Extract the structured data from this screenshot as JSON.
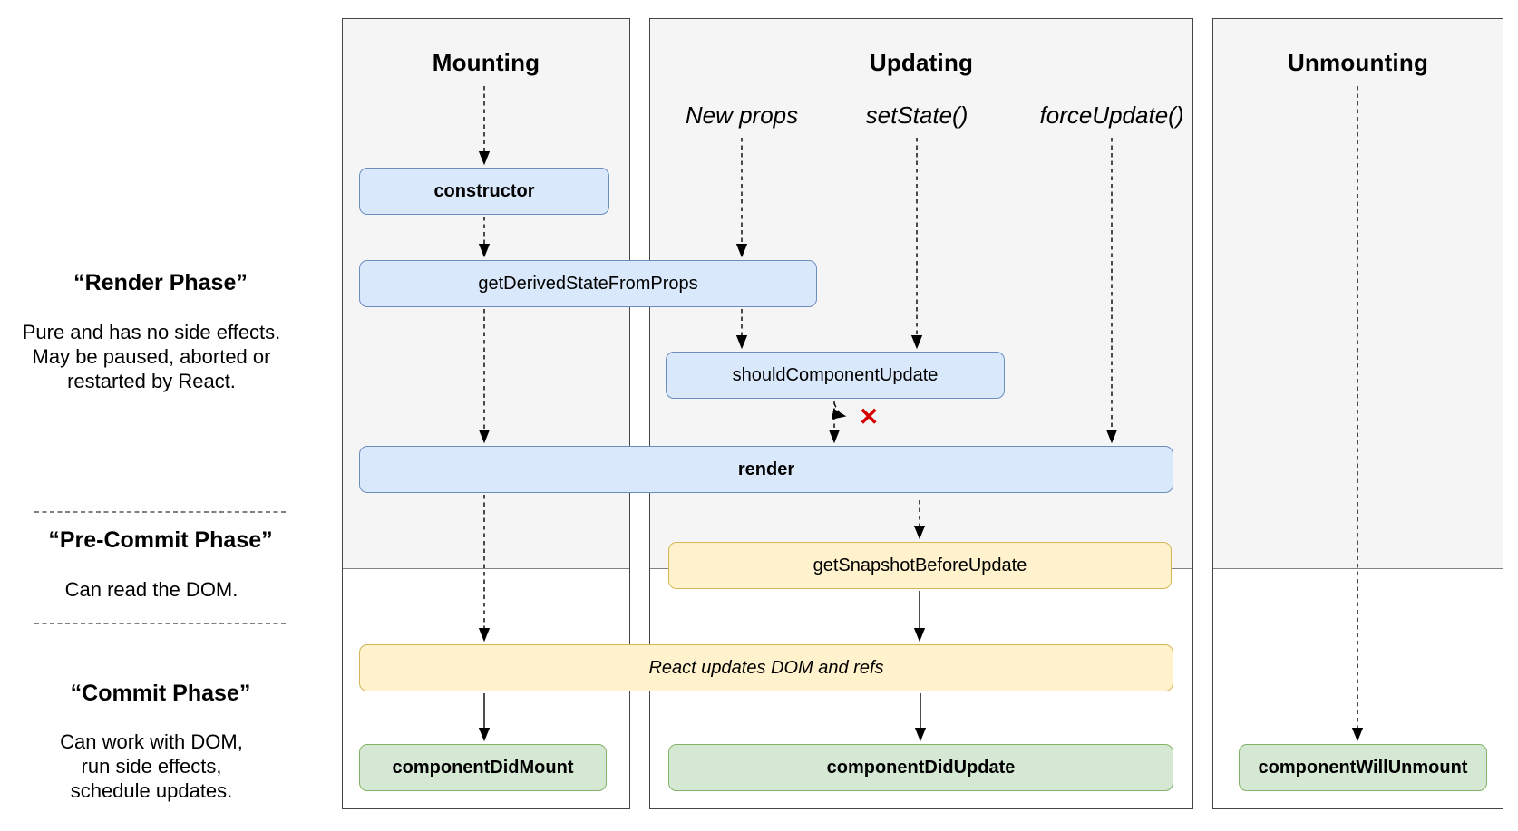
{
  "diagram": {
    "panels": {
      "mounting": {
        "title": "Mounting"
      },
      "updating": {
        "title": "Updating"
      },
      "unmounting": {
        "title": "Unmounting"
      }
    },
    "triggers": {
      "new_props": {
        "label": "New props"
      },
      "set_state": {
        "label": "setState()"
      },
      "force_update": {
        "label": "forceUpdate()"
      }
    },
    "nodes": {
      "constructor": {
        "label": "constructor"
      },
      "get_derived_state_from_props": {
        "label": "getDerivedStateFromProps"
      },
      "should_component_update": {
        "label": "shouldComponentUpdate"
      },
      "render": {
        "label": "render"
      },
      "get_snapshot_before_update": {
        "label": "getSnapshotBeforeUpdate"
      },
      "react_updates_dom": {
        "label": "React updates DOM and refs"
      },
      "component_did_mount": {
        "label": "componentDidMount"
      },
      "component_did_update": {
        "label": "componentDidUpdate"
      },
      "component_will_unmount": {
        "label": "componentWillUnmount"
      }
    },
    "phases": {
      "render": {
        "title": "“Render Phase”",
        "lines": [
          "Pure and has no side effects.",
          "May be paused, aborted or",
          "restarted by React."
        ]
      },
      "pre_commit": {
        "title": "“Pre-Commit Phase”",
        "lines": [
          "Can read the DOM."
        ]
      },
      "commit": {
        "title": "“Commit Phase”",
        "lines": [
          "Can work with DOM,",
          "run side effects,",
          "schedule updates."
        ]
      }
    },
    "icons": {
      "no_update_x": "✕"
    },
    "colors": {
      "lifecycle_fill": "#dae8fc",
      "lifecycle_border": "#6c8ebf",
      "side_effect_fill": "#fff2cc",
      "side_effect_border": "#d6b656",
      "commit_fill": "#d5e8d4",
      "commit_border": "#82b366",
      "panel_fill": "#f5f5f5",
      "x_color": "#d40000"
    }
  }
}
